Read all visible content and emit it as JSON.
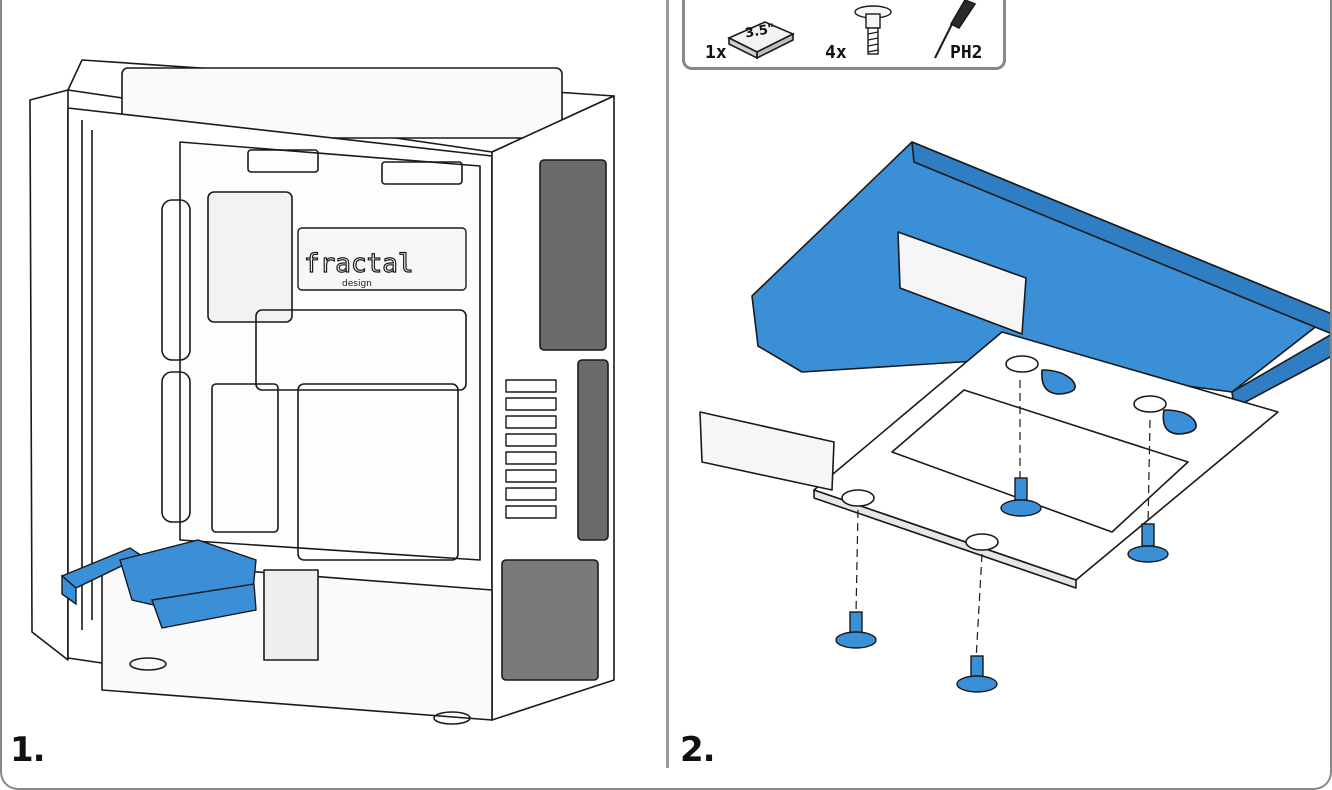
{
  "steps": [
    {
      "label": "1."
    },
    {
      "label": "2."
    }
  ],
  "parts": {
    "hdd": {
      "qty": "1x",
      "size_text": "3.5\""
    },
    "screws": {
      "qty": "4x"
    },
    "screwdriver": {
      "label": "PH2"
    }
  },
  "case_branding": {
    "logo_text": "fractal",
    "sub_text": "design"
  },
  "colors": {
    "highlight_blue": "#3b8fd6",
    "line": "#1a1a1a",
    "frame": "#888888"
  }
}
